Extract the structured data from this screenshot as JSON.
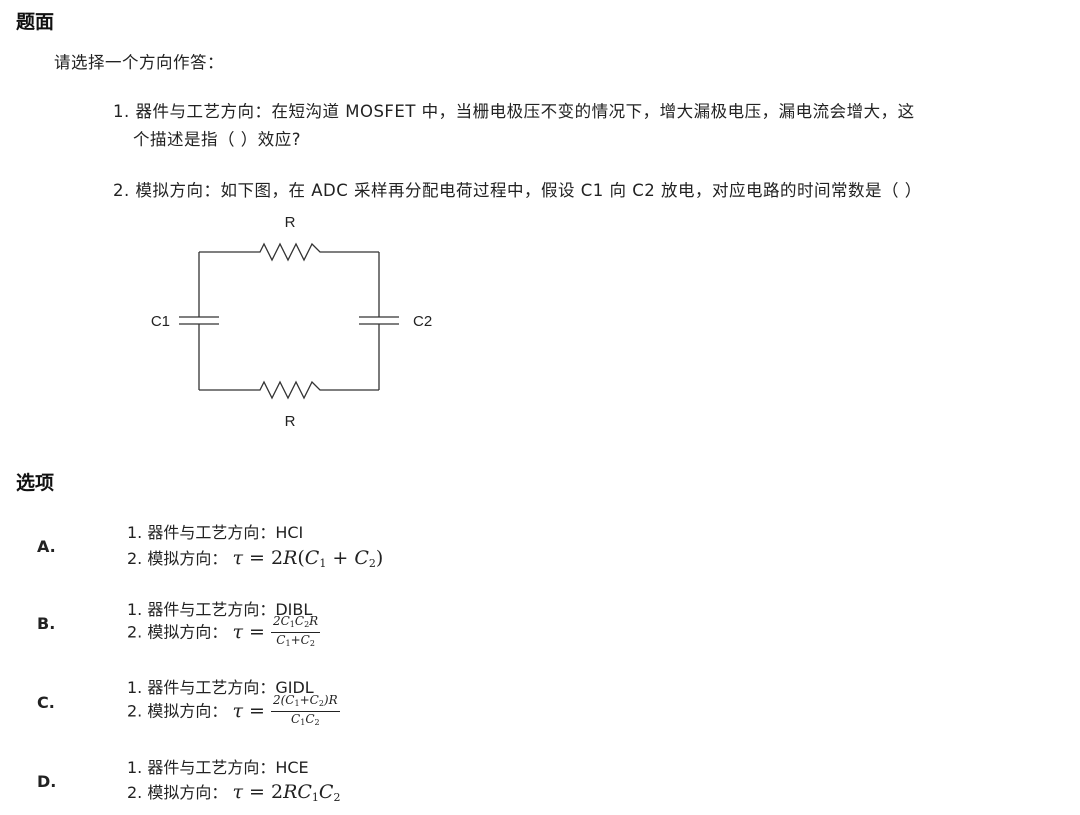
{
  "question": {
    "heading": "题面",
    "intro": "请选择一个方向作答：",
    "q1_line1": "1. 器件与工艺方向：在短沟道 MOSFET 中，当栅电极压不变的情况下，增大漏极电压，漏电流会增大，这",
    "q1_line2": "个描述是指（ ）效应?",
    "q2_line": "2. 模拟方向：如下图，在 ADC 采样再分配电荷过程中，假设 C1 向 C2 放电，对应电路的时间常数是（ ）",
    "diagram": {
      "r_top": "R",
      "r_bottom": "R",
      "c1": "C1",
      "c2": "C2"
    }
  },
  "options": {
    "heading": "选项",
    "items": [
      {
        "letter": "A.",
        "device_label": "1. 器件与工艺方向：HCI",
        "analog_label": "2. 模拟方向：",
        "formula": "τ = 2R(C1 + C2)"
      },
      {
        "letter": "B.",
        "device_label": "1. 器件与工艺方向：DIBL",
        "analog_label": "2. 模拟方向：",
        "formula": "τ = 2C1C2R / (C1+C2)"
      },
      {
        "letter": "C.",
        "device_label": "1. 器件与工艺方向：GIDL",
        "analog_label": "2. 模拟方向：",
        "formula": "τ = 2(C1+C2)R / (C1C2)"
      },
      {
        "letter": "D.",
        "device_label": "1. 器件与工艺方向：HCE",
        "analog_label": "2. 模拟方向：",
        "formula": "τ = 2RC1C2"
      }
    ]
  }
}
